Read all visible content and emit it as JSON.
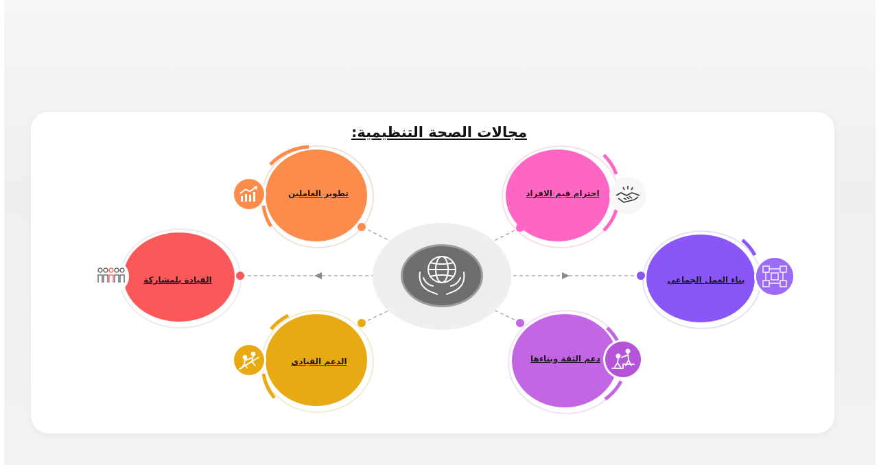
{
  "title": "مجالات الصحة التنظيمية:",
  "center": {
    "icon": "globe-in-hands-icon",
    "color": "#6d6d6d"
  },
  "nodes": [
    {
      "id": "employee-development",
      "label": "تطوير العاملين",
      "color": "#fb8c4c",
      "icon": "growth-chart-icon"
    },
    {
      "id": "respect-individual-values",
      "label": "احترام قيم الافراد",
      "color": "#fe66c4",
      "icon": "handshake-icon"
    },
    {
      "id": "participative-leadership",
      "label": "القيادة بلمشاركة",
      "color": "#fb5959",
      "icon": "team-group-icon"
    },
    {
      "id": "teamwork-building",
      "label": "بناء العمل الجماعي",
      "color": "#8a56f7",
      "icon": "network-icon"
    },
    {
      "id": "leadership-support",
      "label": "الدعم القيادي",
      "color": "#e7aa12",
      "icon": "climbing-help-icon"
    },
    {
      "id": "trust-support-building",
      "label": "دعم الثقة وبناءها",
      "color": "#c266e3",
      "icon": "helping-hand-icon"
    }
  ]
}
